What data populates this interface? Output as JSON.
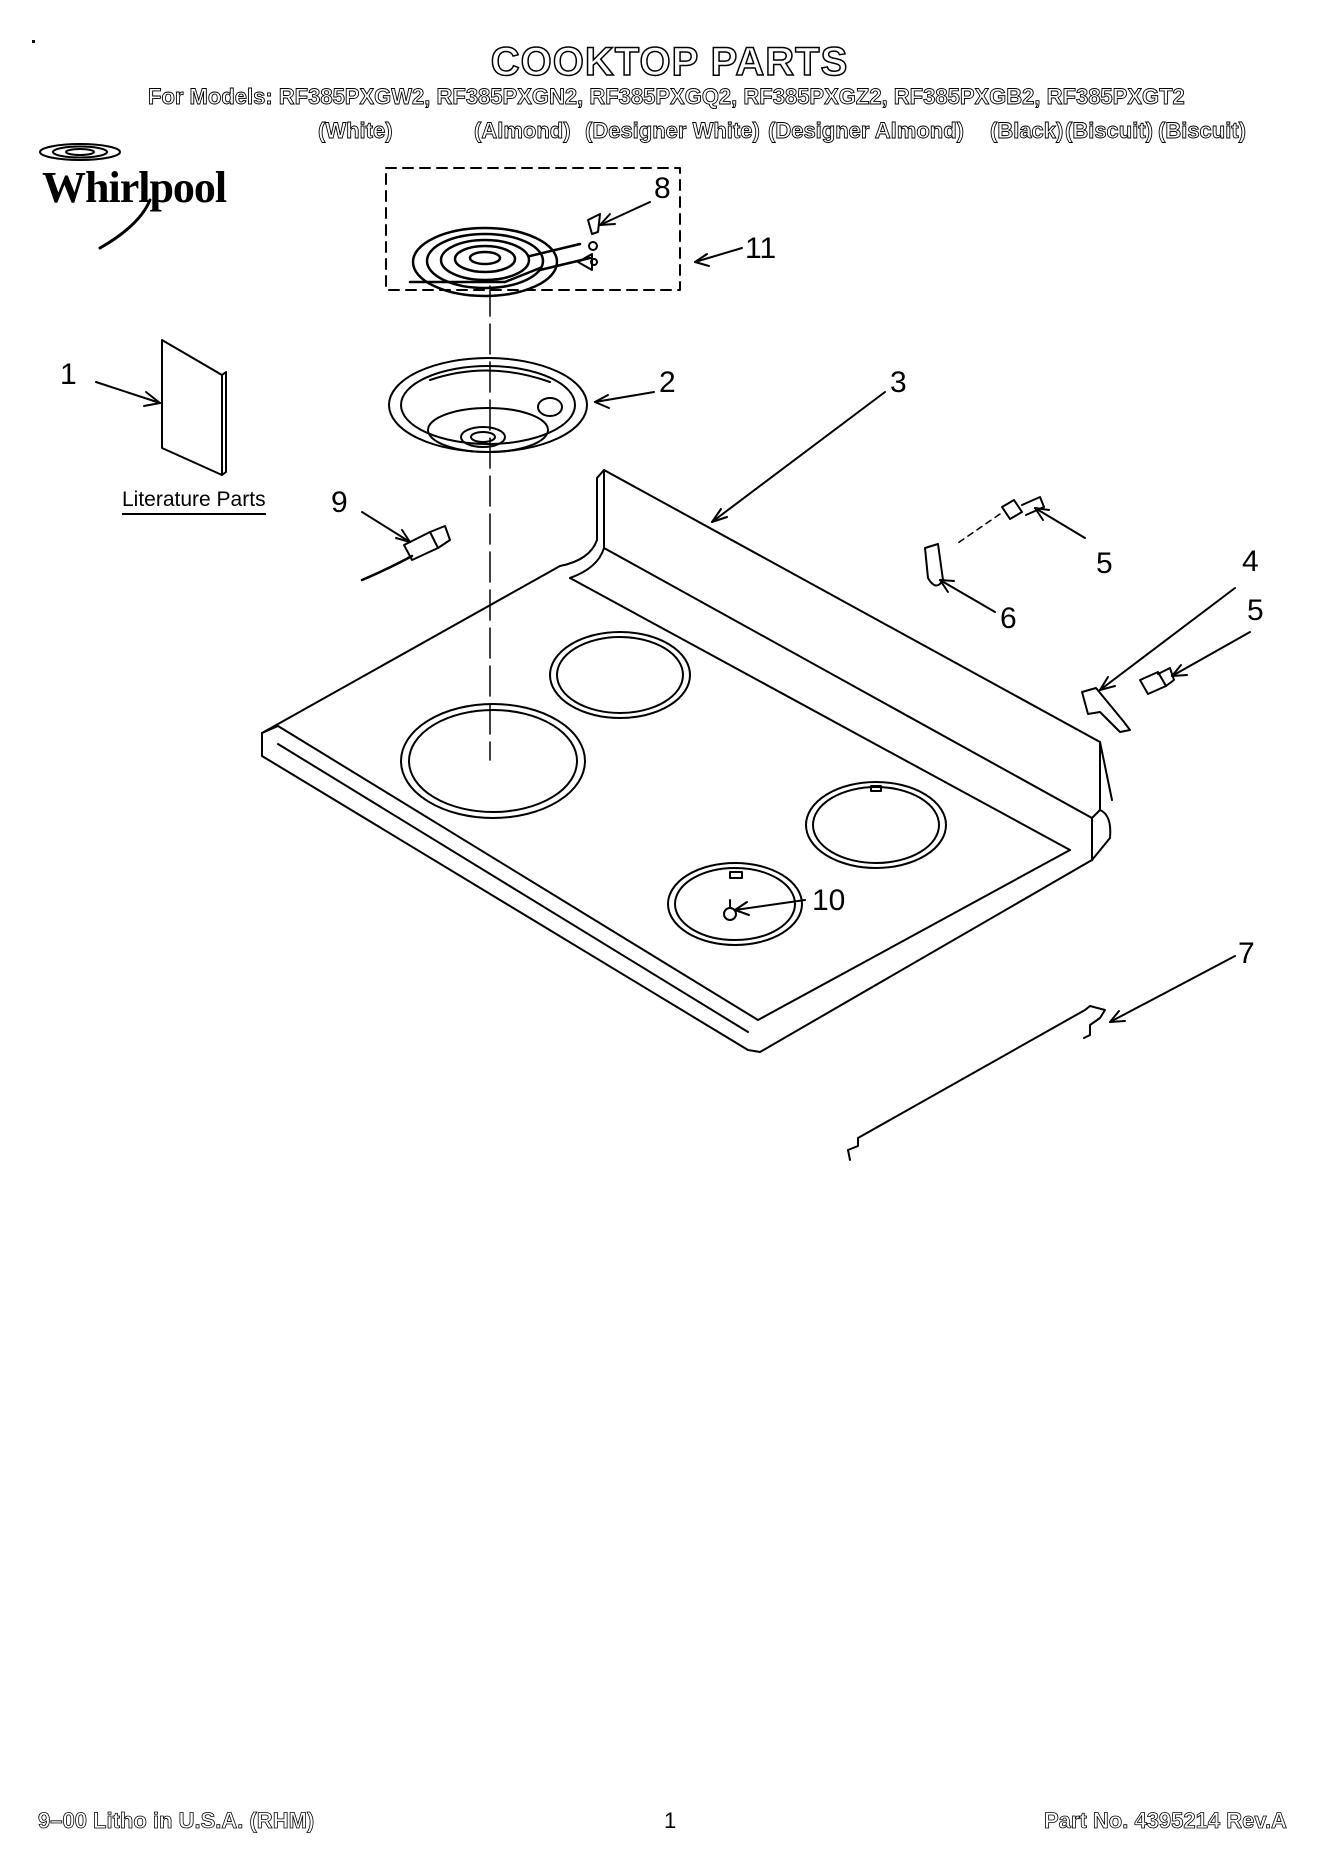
{
  "header": {
    "title": "COOKTOP PARTS",
    "models_line": "For Models: RF385PXGW2, RF385PXGN2, RF385PXGQ2, RF385PXGZ2, RF385PXGB2, RF385PXGT2",
    "colors": [
      "(White)",
      "(Almond)",
      "(Designer White)",
      "(Designer Almond)",
      "(Black)",
      "(Biscuit)",
      "(Biscuit)"
    ]
  },
  "brand": {
    "logo_text": "Whirlpool"
  },
  "callouts": {
    "c1": "1",
    "c2": "2",
    "c3": "3",
    "c4": "4",
    "c5a": "5",
    "c5b": "5",
    "c6": "6",
    "c7": "7",
    "c8": "8",
    "c9": "9",
    "c10": "10",
    "c11": "11"
  },
  "literature_label": "Literature Parts",
  "footer": {
    "left": "9–00 Litho in U.S.A. (RHM)",
    "page": "1",
    "right": "Part No. 4395214 Rev.A"
  },
  "colors_used": {
    "line": "#000000",
    "background": "#ffffff"
  }
}
